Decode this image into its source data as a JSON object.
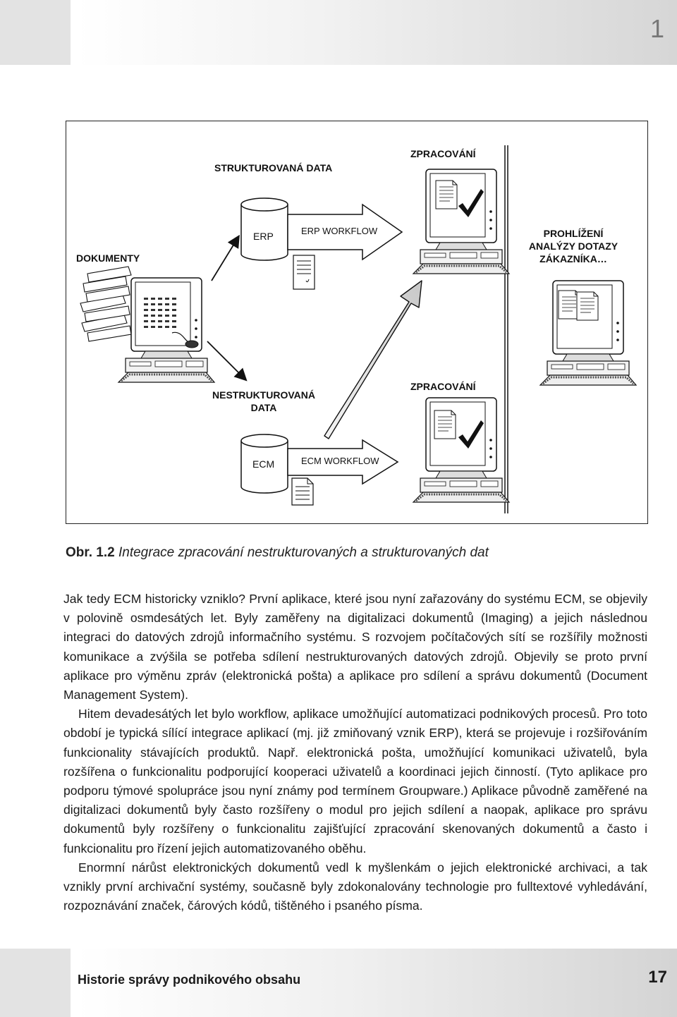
{
  "header": {
    "chapter_number": "1"
  },
  "figure": {
    "labels": {
      "strukturovana": "STRUKTUROVANÁ DATA",
      "zpracovani_top": "ZPRACOVÁNÍ",
      "dokumenty": "DOKUMENTY",
      "erp": "ERP",
      "erp_workflow": "ERP WORKFLOW",
      "prohlizeni": "PROHLÍŽENÍ ANALÝZY DOTAZY ZÁKAZNÍKA…",
      "nestrukturovana": "NESTRUKTUROVANÁ DATA",
      "zpracovani_bottom": "ZPRACOVÁNÍ",
      "ecm": "ECM",
      "ecm_workflow": "ECM WORKFLOW"
    }
  },
  "caption": {
    "number": "Obr. 1.2",
    "text": "Integrace zpracování nestrukturovaných a strukturovaných dat"
  },
  "body": {
    "p1": "Jak tedy ECM historicky vzniklo? První aplikace, které jsou nyní zařazovány do systému ECM, se objevily v polovině osmdesátých let. Byly zaměřeny na digitalizaci dokumentů (Imaging) a jejich následnou integraci do datových zdrojů informačního systému. S rozvojem počítačových sítí se rozšířily možnosti komunikace a zvýšila se potřeba sdílení nestrukturovaných datových zdrojů. Objevily se proto první aplikace pro výměnu zpráv (elektronická pošta) a aplikace pro sdílení a správu dokumentů (Document Management System).",
    "p2": "Hitem devadesátých let bylo workflow, aplikace umožňující automatizaci podnikových procesů. Pro toto období je typická sílící integrace aplikací (mj. již zmiňovaný vznik ERP), která se projevuje i rozšiřováním funkcionality stávajících produktů. Např. elektronická pošta, umožňující komunikaci uživatelů, byla rozšířena o funkcionalitu podporující kooperaci uživatelů a koordinaci jejich činností. (Tyto aplikace pro podporu týmové spolupráce jsou nyní známy pod termínem Groupware.) Aplikace původně zaměřené na digitalizaci dokumentů byly často rozšířeny o modul pro jejich sdílení a naopak, aplikace pro správu dokumentů byly rozšířeny o funkcionalitu zajišťující zpracování skenovaných dokumentů a často i funkcionalitu pro řízení jejich automatizovaného oběhu.",
    "p3": "Enormní nárůst elektronických dokumentů vedl k myšlenkám o jejich elektronické archivaci, a tak vznikly první archivační systémy, současně byly zdokonalovány technologie pro fulltextové vyhledávání, rozpoznávání značek, čárových kódů, tištěného i psaného písma."
  },
  "footer": {
    "title": "Historie správy podnikového obsahu",
    "page_number": "17"
  }
}
